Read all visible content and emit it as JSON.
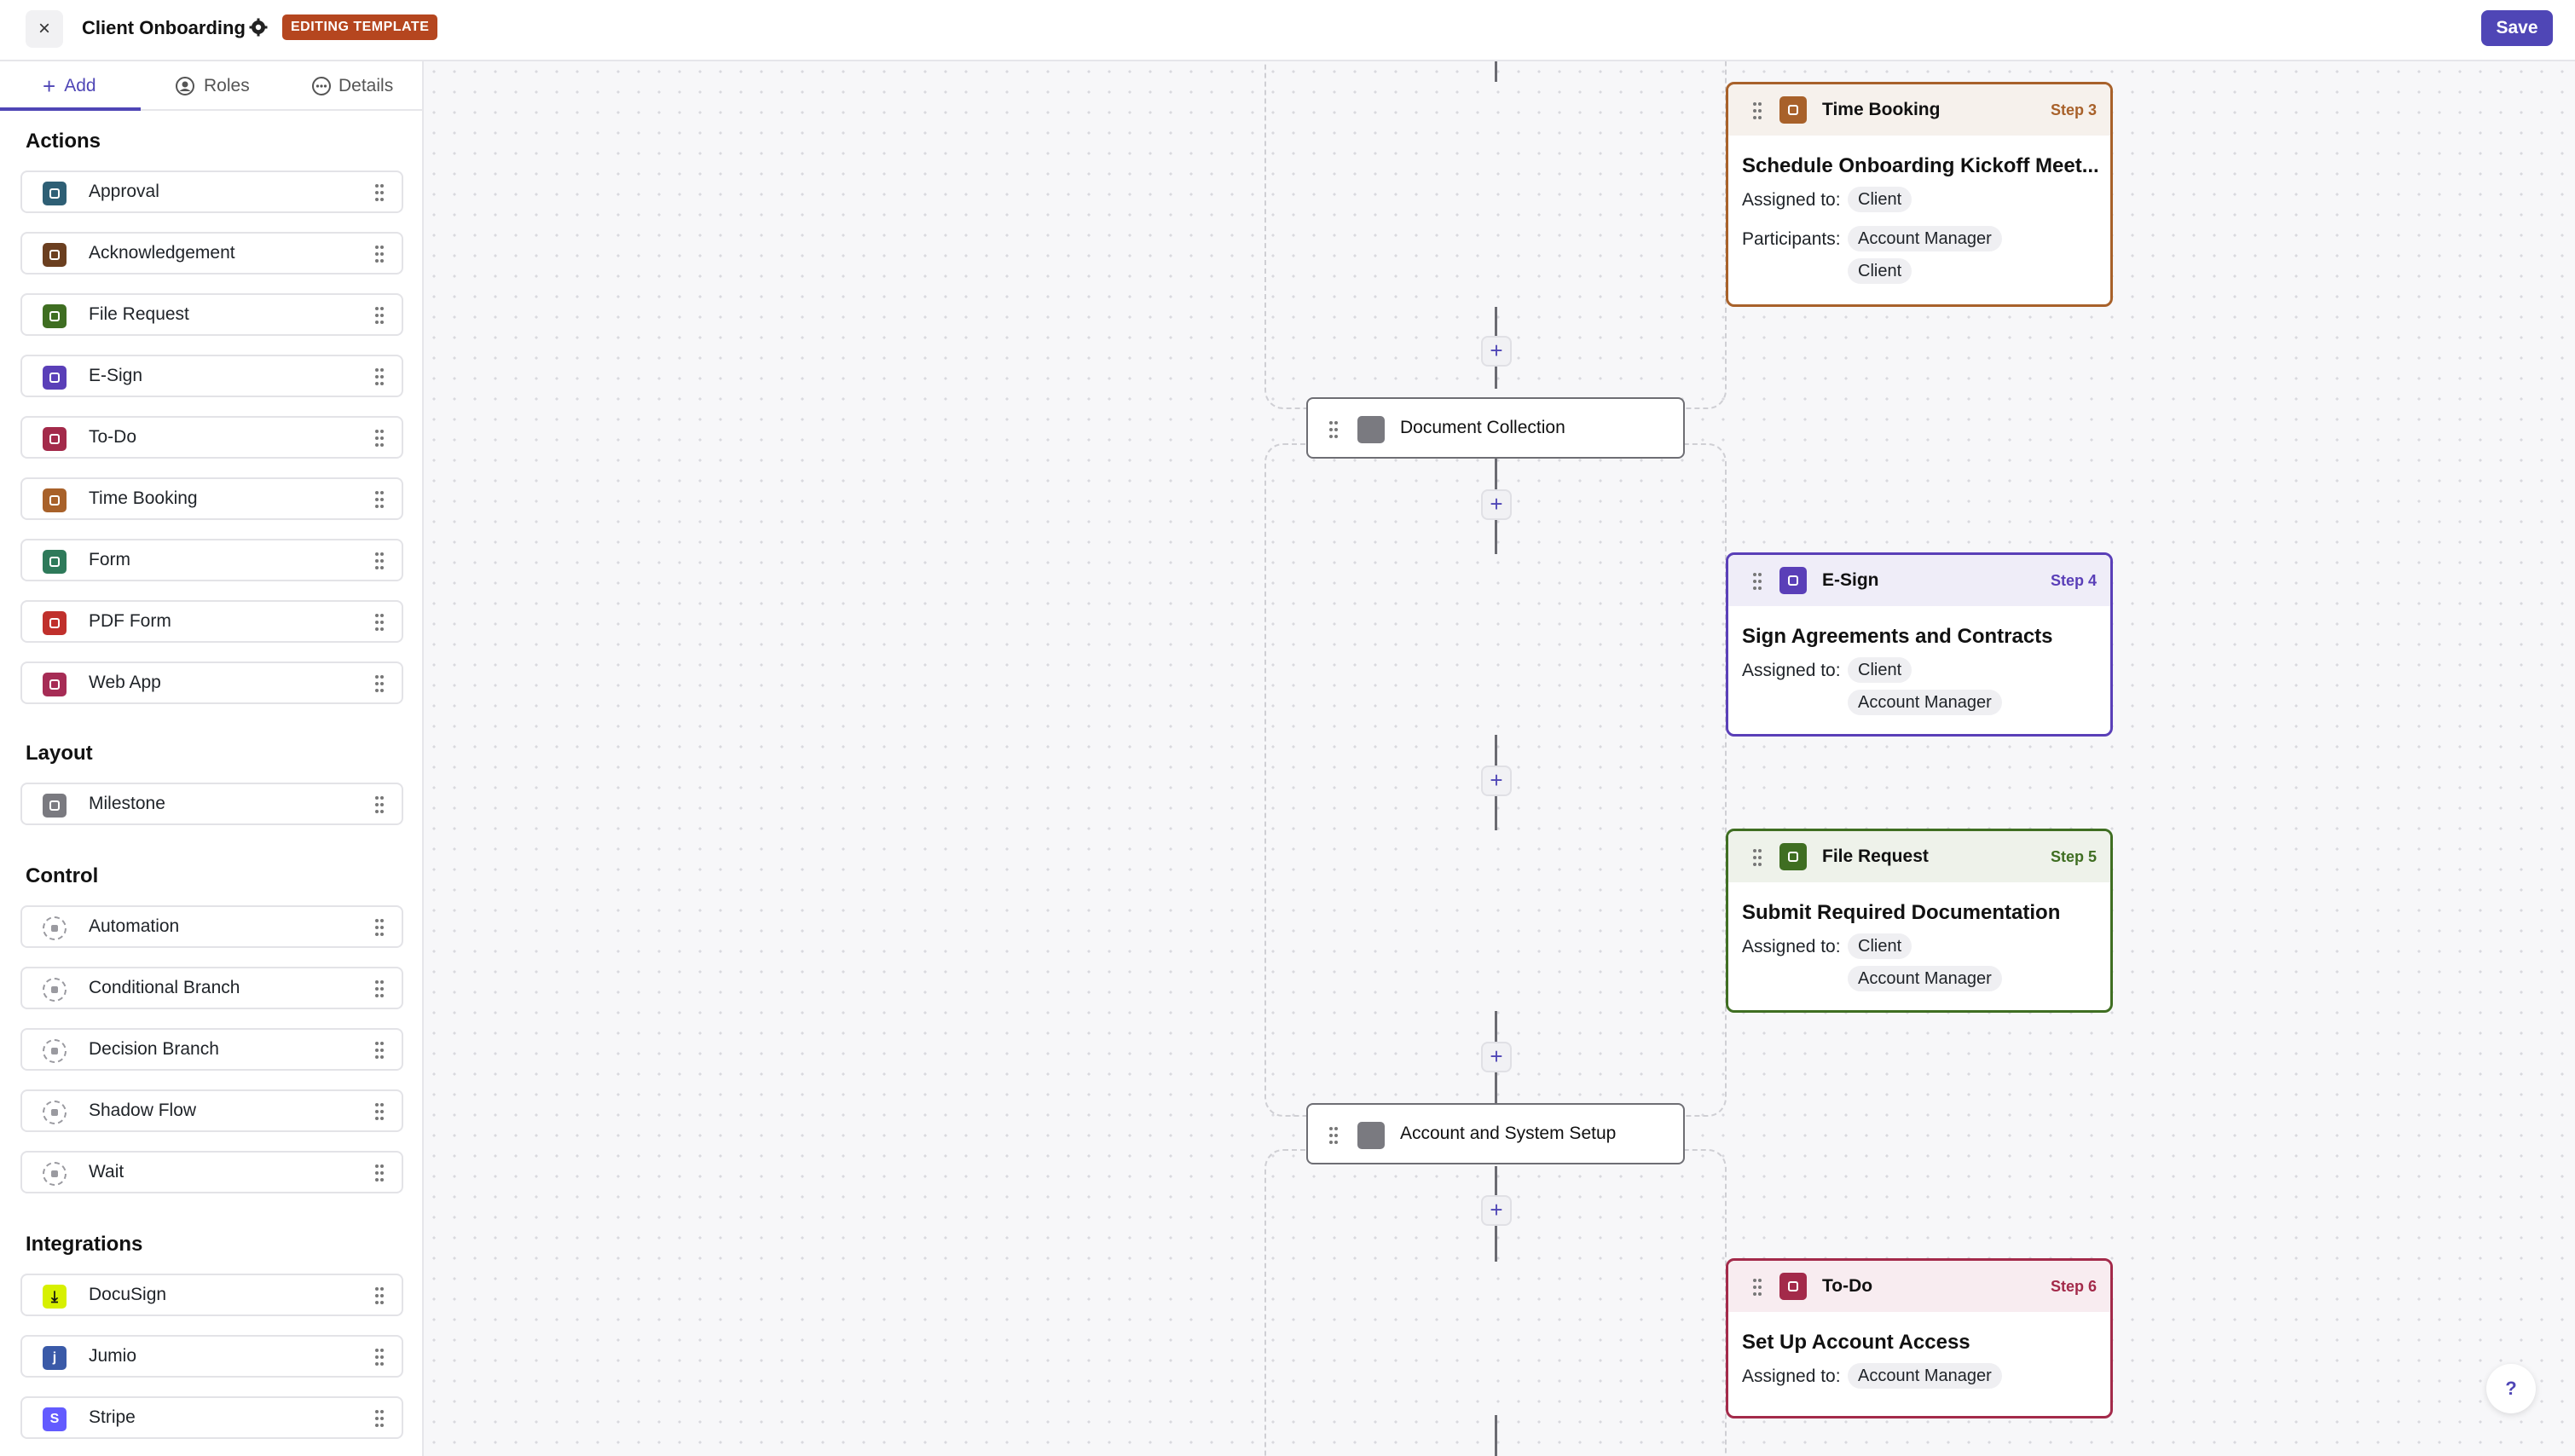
{
  "header": {
    "close_label": "×",
    "title": "Client Onboarding",
    "badge": "EDITING TEMPLATE",
    "save_label": "Save"
  },
  "sidebar": {
    "tabs": [
      {
        "label": "Add",
        "icon": "plus-icon"
      },
      {
        "label": "Roles",
        "icon": "user-circle-icon"
      },
      {
        "label": "Details",
        "icon": "dots-circle-icon"
      }
    ],
    "sections": {
      "actions": {
        "title": "Actions",
        "items": [
          {
            "label": "Approval",
            "icon": "approval-icon",
            "color": "#2e5f75"
          },
          {
            "label": "Acknowledgement",
            "icon": "acknowledgement-icon",
            "color": "#6b3f20"
          },
          {
            "label": "File Request",
            "icon": "file-request-icon",
            "color": "#3f6e22"
          },
          {
            "label": "E-Sign",
            "icon": "esign-icon",
            "color": "#5a3fb8"
          },
          {
            "label": "To-Do",
            "icon": "todo-icon",
            "color": "#a32a4a"
          },
          {
            "label": "Time Booking",
            "icon": "time-booking-icon",
            "color": "#a8612a"
          },
          {
            "label": "Form",
            "icon": "form-icon",
            "color": "#2e7a5a"
          },
          {
            "label": "PDF Form",
            "icon": "pdf-form-icon",
            "color": "#c0302c"
          },
          {
            "label": "Web App",
            "icon": "web-app-icon",
            "color": "#a62c55"
          }
        ]
      },
      "layout": {
        "title": "Layout",
        "items": [
          {
            "label": "Milestone",
            "icon": "milestone-icon",
            "color": "#7a7a80"
          }
        ]
      },
      "control": {
        "title": "Control",
        "items": [
          {
            "label": "Automation",
            "icon": "automation-icon"
          },
          {
            "label": "Conditional Branch",
            "icon": "conditional-branch-icon"
          },
          {
            "label": "Decision Branch",
            "icon": "decision-branch-icon"
          },
          {
            "label": "Shadow Flow",
            "icon": "shadow-flow-icon"
          },
          {
            "label": "Wait",
            "icon": "hourglass-icon"
          }
        ]
      },
      "integrations": {
        "title": "Integrations",
        "items": [
          {
            "label": "DocuSign",
            "icon": "docusign-icon",
            "color": "#d7f000"
          },
          {
            "label": "Jumio",
            "icon": "jumio-icon",
            "color": "#3a5aa8"
          },
          {
            "label": "Stripe",
            "icon": "stripe-icon",
            "color": "#635bff"
          }
        ]
      }
    }
  },
  "canvas": {
    "milestones": [
      {
        "label": "Document Collection"
      },
      {
        "label": "Account and System Setup"
      }
    ],
    "steps": [
      {
        "type": "Time Booking",
        "number": "Step 3",
        "title": "Schedule Onboarding Kickoff Meet...",
        "assigned_label": "Assigned to:",
        "assigned": [
          "Client"
        ],
        "participants_label": "Participants:",
        "participants": [
          "Account Manager",
          "Client"
        ],
        "color": "#a8612a",
        "header_bg": "#f6f1ec",
        "icon": "time-booking-icon"
      },
      {
        "type": "E-Sign",
        "number": "Step 4",
        "title": "Sign Agreements and Contracts",
        "assigned_label": "Assigned to:",
        "assigned": [
          "Client",
          "Account Manager"
        ],
        "color": "#5a3fb8",
        "header_bg": "#efedf8",
        "icon": "esign-icon"
      },
      {
        "type": "File Request",
        "number": "Step 5",
        "title": "Submit Required Documentation",
        "assigned_label": "Assigned to:",
        "assigned": [
          "Client",
          "Account Manager"
        ],
        "color": "#3f6e22",
        "header_bg": "#eef2ea",
        "icon": "file-request-icon"
      },
      {
        "type": "To-Do",
        "number": "Step 6",
        "title": "Set Up Account Access",
        "assigned_label": "Assigned to:",
        "assigned": [
          "Account Manager"
        ],
        "color": "#a32a4a",
        "header_bg": "#f8ecf0",
        "icon": "todo-icon"
      }
    ],
    "add_label": "+"
  },
  "help_label": "?"
}
